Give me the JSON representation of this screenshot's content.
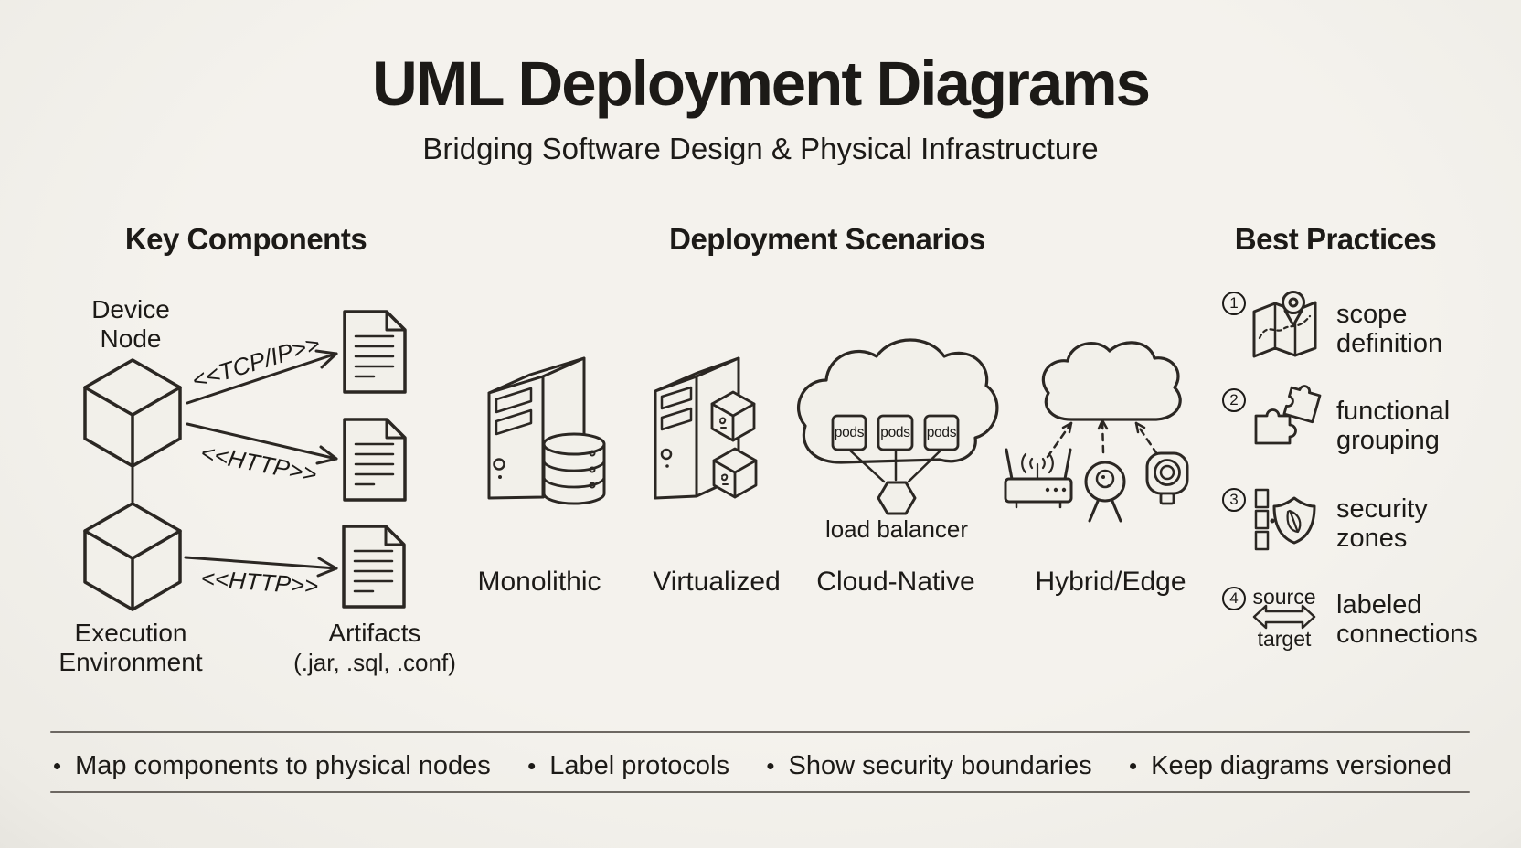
{
  "colors": {
    "paper": "#f2f0ea",
    "ink": "#1c1a17",
    "stroke": "#2b2723",
    "rule": "#55504a"
  },
  "header": {
    "title": "UML Deployment Diagrams",
    "subtitle": "Bridging Software Design & Physical Infrastructure"
  },
  "key_components": {
    "heading": "Key Components",
    "device_node_label": [
      "Device",
      "Node"
    ],
    "execution_environment_label": [
      "Execution",
      "Environment"
    ],
    "artifacts_label": [
      "Artifacts",
      "(.jar, .sql, .conf)"
    ],
    "connection_labels": [
      "<<TCP/IP>>",
      "<<HTTP>>",
      "<<HTTP>>"
    ],
    "icons": [
      "device-node-cube",
      "execution-environment-cube",
      "artifact-document"
    ]
  },
  "deployment_scenarios": {
    "heading": "Deployment Scenarios",
    "scenarios": [
      {
        "label": "Monolithic",
        "icon": "server-tower-with-database"
      },
      {
        "label": "Virtualized",
        "icon": "server-tower-with-vm-cubes"
      },
      {
        "label": "Cloud-Native",
        "icon": "cloud-with-pods-and-load-balancer",
        "pod_label": "pods",
        "load_balancer_label": "load balancer"
      },
      {
        "label": "Hybrid/Edge",
        "icon": "cloud-with-edge-devices"
      }
    ]
  },
  "best_practices": {
    "heading": "Best Practices",
    "items": [
      {
        "number": "1",
        "icon": "map-with-location-pin",
        "label_lines": [
          "scope",
          "definition"
        ]
      },
      {
        "number": "2",
        "icon": "puzzle-pieces",
        "label_lines": [
          "functional",
          "grouping"
        ]
      },
      {
        "number": "3",
        "icon": "dashed-barrier-and-shield",
        "label_lines": [
          "security",
          "zones"
        ]
      },
      {
        "number": "4",
        "icon": "double-headed-arrow",
        "label_lines": [
          "labeled",
          "connections"
        ],
        "arrow_label_top": "source",
        "arrow_label_bottom": "target"
      }
    ]
  },
  "footer": {
    "marker": "•",
    "bullets": [
      "Map components to physical nodes",
      "Label protocols",
      "Show security boundaries",
      "Keep diagrams versioned"
    ]
  }
}
